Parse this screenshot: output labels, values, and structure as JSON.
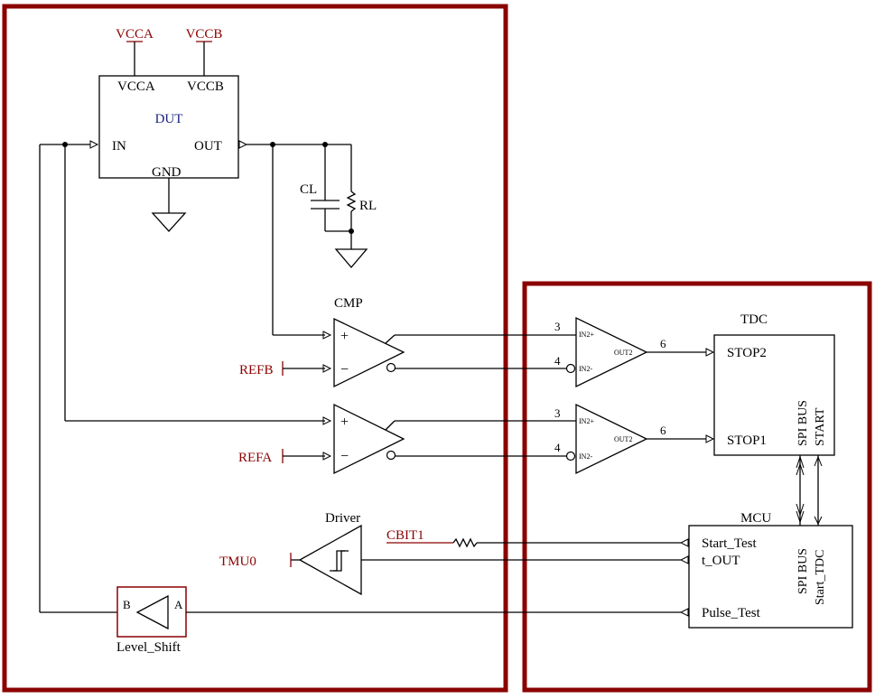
{
  "colors": {
    "frame": "#8b0000",
    "net_label": "#8b0000",
    "dut_name": "#1a237e",
    "wire": "#000000"
  },
  "power_labels": {
    "vcca": "VCCA",
    "vccb": "VCCB"
  },
  "dut": {
    "name": "DUT",
    "vcca": "VCCA",
    "vccb": "VCCB",
    "in": "IN",
    "out": "OUT",
    "gnd": "GND"
  },
  "load": {
    "cap": "CL",
    "res": "RL"
  },
  "cmp_label": "CMP",
  "refs": {
    "refb": "REFB",
    "refa": "REFA"
  },
  "opamp_symbols": {
    "plus": "+",
    "minus": "−"
  },
  "buffers": [
    {
      "pin_in_pos": "3",
      "pin_in_neg": "4",
      "in_pos": "IN2+",
      "in_neg": "IN2-",
      "out": "OUT2",
      "pin_out": "6"
    },
    {
      "pin_in_pos": "3",
      "pin_in_neg": "4",
      "in_pos": "IN2+",
      "in_neg": "IN2-",
      "out": "OUT2",
      "pin_out": "6"
    }
  ],
  "tdc": {
    "name": "TDC",
    "stop2": "STOP2",
    "stop1": "STOP1",
    "spi": "SPI BUS",
    "start": "START"
  },
  "mcu": {
    "name": "MCU",
    "start_test": "Start_Test",
    "t_out": "t_OUT",
    "pulse_test": "Pulse_Test",
    "spi": "SPI BUS",
    "start_tdc": "Start_TDC"
  },
  "driver": {
    "name": "Driver",
    "tmu": "TMU0",
    "cbit": "CBIT1"
  },
  "level_shift": {
    "name": "Level_Shift",
    "b": "B",
    "a": "A"
  }
}
